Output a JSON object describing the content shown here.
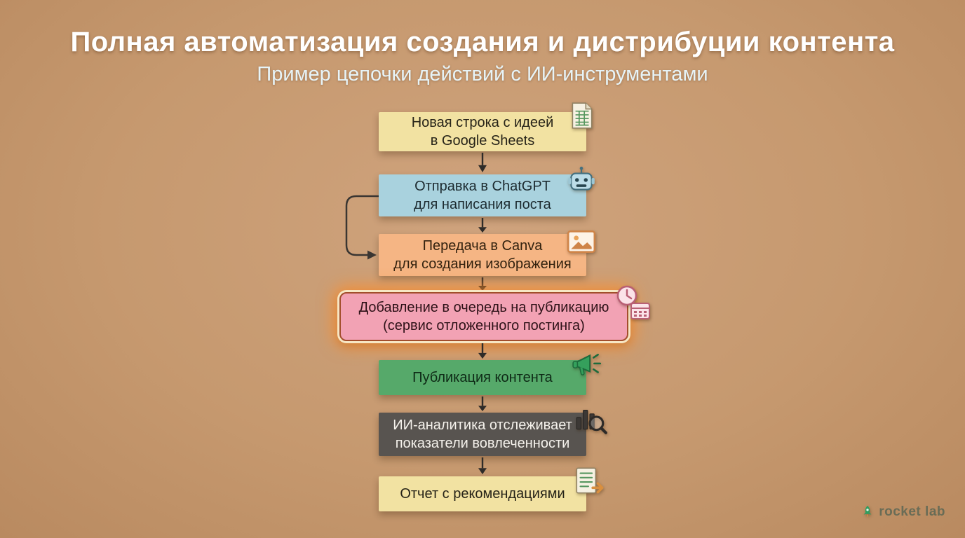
{
  "colors": {
    "background": "#c6996f",
    "arrow": "#2e2b28",
    "highlight_glow": "#ff8c28",
    "title_text": "#ffffff",
    "subtitle_text": "#e7f4f8",
    "logo_green": "#2f9e5f"
  },
  "header": {
    "title": "Полная автоматизация создания и дистрибуции контента",
    "subtitle": "Пример цепочки действий с ИИ-инструментами"
  },
  "flow": {
    "steps": [
      {
        "name": "google-sheets",
        "line1": "Новая строка с идеей",
        "line2": "в Google Sheets",
        "bg": "#f2e2a2",
        "text": "#262318",
        "icon": "spreadsheet-icon",
        "highlighted": false
      },
      {
        "name": "chatgpt",
        "line1": "Отправка в ChatGPT",
        "line2": "для написания поста",
        "bg": "#a9d2de",
        "text": "#1d2b30",
        "icon": "robot-icon",
        "highlighted": false
      },
      {
        "name": "canva",
        "line1": "Передача в Canva",
        "line2": "для создания изображения",
        "bg": "#f5b584",
        "text": "#33220f",
        "icon": "image-icon",
        "highlighted": false
      },
      {
        "name": "publish-queue",
        "line1": "Добавление в очередь на публикацию",
        "line2": "(сервис отложенного постинга)",
        "bg": "#f2a2b4",
        "text": "#2e1218",
        "icon": "clock-calendar-icon",
        "highlighted": true
      },
      {
        "name": "publish",
        "line1": "Публикация контента",
        "line2": "",
        "bg": "#56a96a",
        "text": "#0e2a16",
        "icon": "megaphone-icon",
        "highlighted": false
      },
      {
        "name": "ai-analytics",
        "line1": "ИИ-аналитика отслеживает",
        "line2": "показатели вовлеченности",
        "bg": "#585450",
        "text": "#f5f2ec",
        "icon": "chart-magnifier-icon",
        "highlighted": false
      },
      {
        "name": "report",
        "line1": "Отчет с рекомендациями",
        "line2": "",
        "bg": "#f2e2a2",
        "text": "#262318",
        "icon": "report-arrow-icon",
        "highlighted": false
      }
    ]
  },
  "logo": {
    "text": "rocket lab",
    "icon": "rocket-icon"
  }
}
